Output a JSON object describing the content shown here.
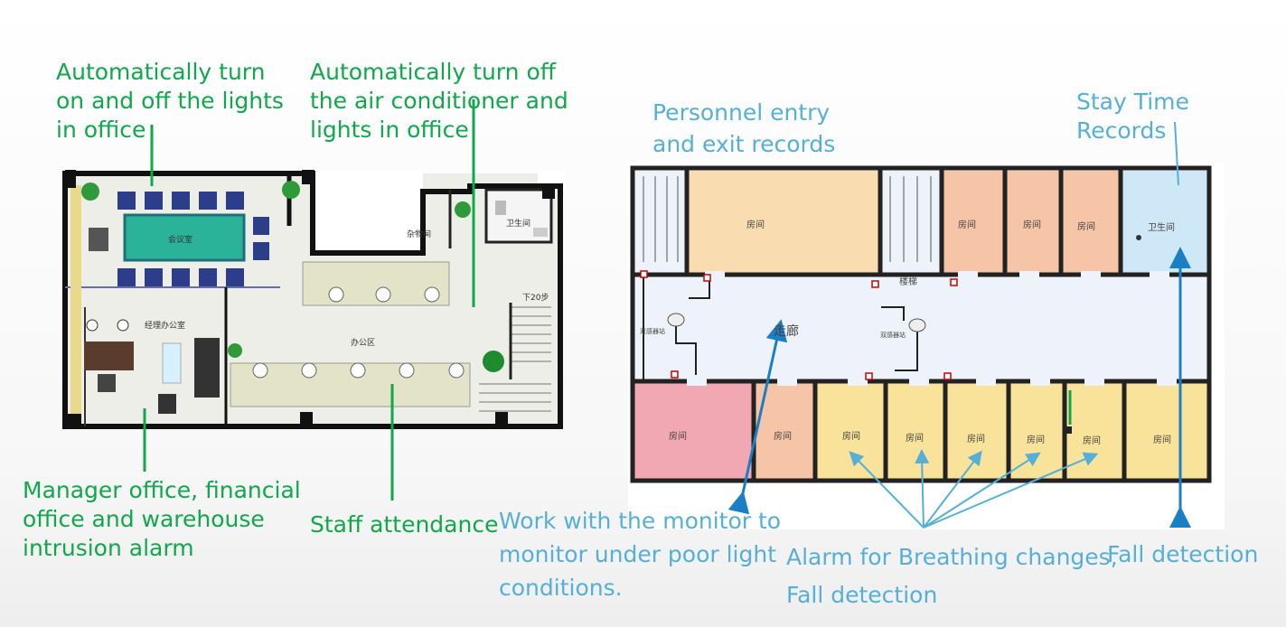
{
  "left_labels": {
    "lights": "Automatically turn\non and off the lights\nin office",
    "ac": "Automatically turn off\nthe air conditioner and\nlights in office",
    "intrusion": "Manager office, financial\noffice and warehouse\nintrusion alarm",
    "attendance": "Staff attendance"
  },
  "right_labels": {
    "entry": "Personnel entry\nand exit records",
    "stay": "Stay Time Records",
    "monitor": "Work with the monitor to\nmonitor under poor light\nconditions.",
    "breathing": "Alarm for Breathing changes,\nFall detection",
    "fall": "Fall detection"
  },
  "office_plan": {
    "meeting_room": "会议室",
    "storage": "杂物间",
    "restroom": "卫生间",
    "stairs_down": "下20步",
    "manager_office": "经理办公室",
    "office_area": "办公区"
  },
  "building_plan": {
    "room": "房间",
    "corridor": "走廊",
    "stairs": "楼梯",
    "restroom": "卫生间",
    "sensor_a": "双感器站",
    "sensor_b": "双感器站"
  },
  "colors": {
    "green_label": "#10a84a",
    "blue_label": "#55afd8",
    "room_peach": "#f9dcb0",
    "room_salmon": "#f6c4a6",
    "room_pink": "#f2a8b3",
    "room_yellow": "#f9e29a",
    "room_blue": "#cfe8f7",
    "corridor": "#eef3fb"
  }
}
